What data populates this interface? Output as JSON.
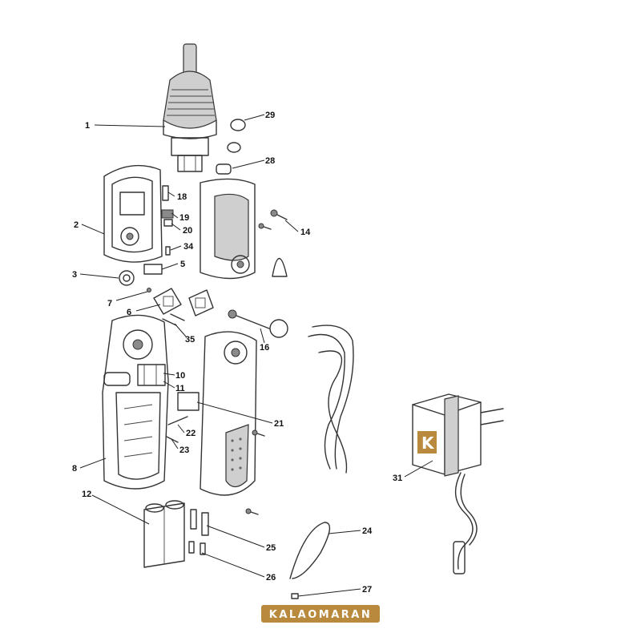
{
  "diagram": {
    "labels": [
      "1",
      "29",
      "28",
      "2",
      "18",
      "19",
      "20",
      "14",
      "34",
      "5",
      "3",
      "7",
      "6",
      "35",
      "16",
      "10",
      "11",
      "21",
      "22",
      "23",
      "8",
      "12",
      "25",
      "24",
      "26",
      "27",
      "31"
    ]
  },
  "brand": {
    "name": "KALAOMARAN",
    "logo_letter": "K",
    "color": "#b98a3e"
  }
}
